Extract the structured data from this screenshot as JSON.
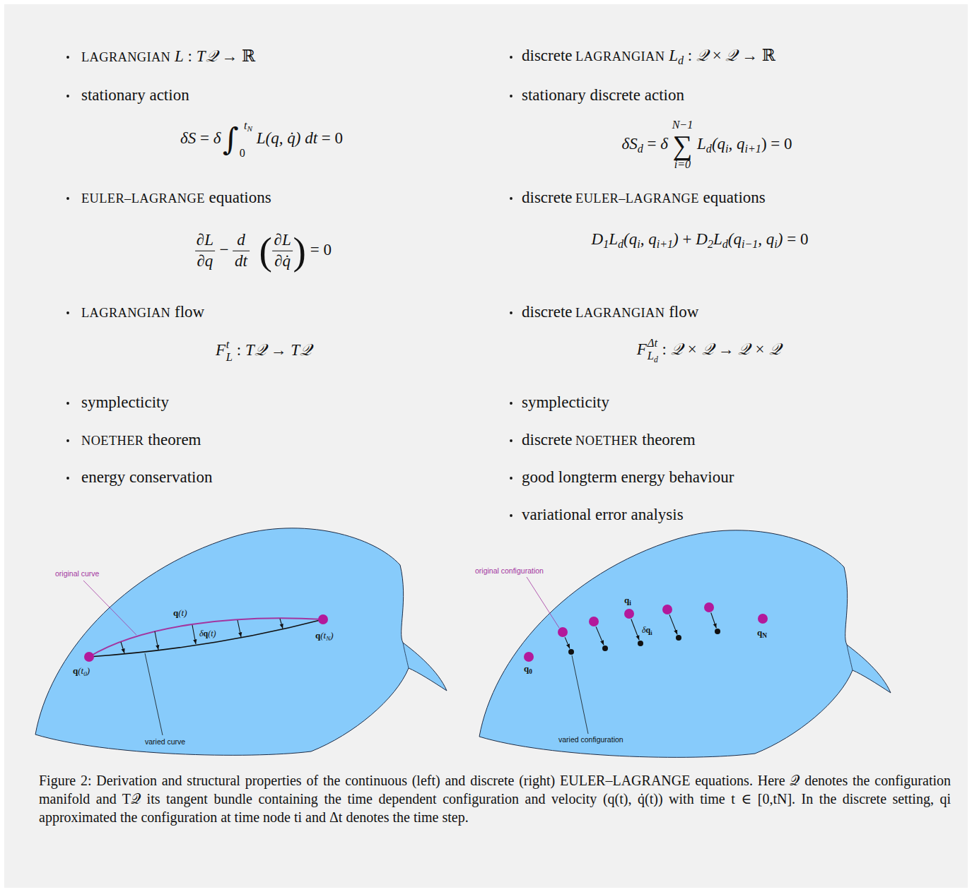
{
  "diagram": {
    "caption": "Figure 2: Derivation and structural properties of the continuous (left) and discrete (right) EULER–LAGRANGE equations. Here 𝒬 denotes the configuration manifold and T𝒬 its tangent bundle containing the time dependent configuration and velocity (q(t), q̇(t)) with time t ∈ [0,tN]. In the discrete setting, qi approximated the configuration at time node ti and Δt denotes the time step.",
    "labels": [
      "LAGRANGIAN",
      "L",
      ":",
      "T𝒬",
      "→",
      "ℝ",
      "stationary action",
      "δS",
      "=",
      "δ",
      "∫",
      "t",
      "N",
      "0",
      "L(q, q̇) dt",
      "= 0",
      "EULER–LAGRANGE",
      "equations",
      "∂L",
      "∂q",
      "−",
      "d",
      "dt",
      "(",
      "∂L",
      "∂q̇",
      ")",
      "= 0",
      "LAGRANGIAN",
      "flow",
      "F",
      "t",
      "L",
      ":",
      "T𝒬",
      "→",
      "T𝒬",
      "symplecticity",
      "NOETHER",
      "theorem",
      "energy conservation",
      "discrete",
      "LAGRANGIAN",
      "L",
      "d",
      ":",
      "𝒬",
      "×",
      "𝒬",
      "→",
      "ℝ",
      "stationary discrete action",
      "δS",
      "d",
      "=",
      "δ",
      "∑",
      "N−1",
      "i=0",
      "L",
      "d",
      "(q",
      "i",
      ", q",
      "i+1",
      ") = 0",
      "discrete",
      "EULER–LAGRANGE",
      "equations",
      "D",
      "1",
      "L",
      "d",
      "(q",
      "i",
      ", q",
      "i+1",
      ")",
      "+",
      "D",
      "2",
      "L",
      "d",
      "(q",
      "i−1",
      ", q",
      "i",
      ")",
      "= 0",
      "discrete",
      "LAGRANGIAN",
      "flow",
      "F",
      "Δt",
      "L",
      "d",
      ":",
      "𝒬 × 𝒬",
      "→",
      "𝒬 × 𝒬",
      "symplecticity",
      "discrete",
      "NOETHER",
      "theorem",
      "good longterm energy behaviour",
      "variational error analysis",
      "original curve",
      "q",
      "(t)",
      "δ",
      "q",
      "(t)",
      "q",
      "(t",
      "N",
      ")",
      "q",
      "(t",
      "0",
      ")",
      "varied curve",
      "original configuration",
      "q",
      "i",
      "δ",
      "q",
      "i",
      "q",
      "0",
      "q",
      "N",
      "varied configuration"
    ]
  }
}
